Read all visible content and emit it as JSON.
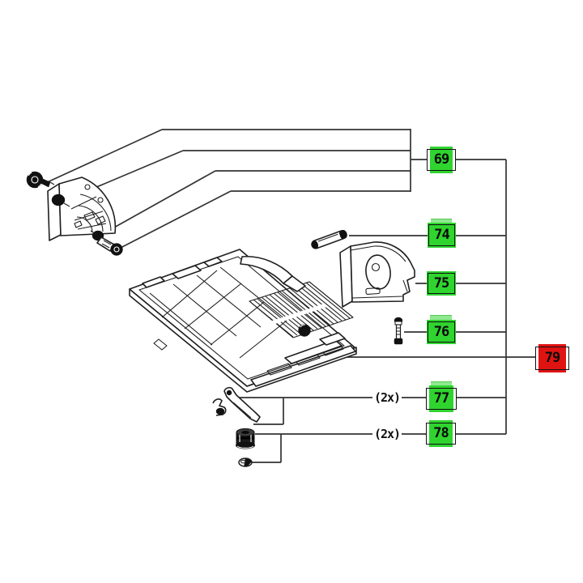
{
  "diagram": {
    "background": "#ffffff",
    "line_color": "#222222",
    "colors": {
      "callout_green": "#2fd42f",
      "callout_green_light": "#8fe98f",
      "callout_red": "#e01313",
      "callout_border": "#101010"
    },
    "callouts": [
      {
        "id": "69",
        "number": "69",
        "color": "green",
        "style": "framed"
      },
      {
        "id": "74",
        "number": "74",
        "color": "green",
        "style": "solid"
      },
      {
        "id": "75",
        "number": "75",
        "color": "green",
        "style": "solid"
      },
      {
        "id": "76",
        "number": "76",
        "color": "green",
        "style": "solid"
      },
      {
        "id": "77",
        "number": "77",
        "color": "green",
        "style": "framed",
        "quantity": "(2x)"
      },
      {
        "id": "78",
        "number": "78",
        "color": "green",
        "style": "framed",
        "quantity": "(2x)"
      },
      {
        "id": "79",
        "number": "79",
        "color": "red",
        "style": "framed"
      }
    ],
    "parts": [
      {
        "icon": "knob-screw-part",
        "callout": "69"
      },
      {
        "icon": "pivot-guard-part",
        "callout": "69"
      },
      {
        "icon": "socket-bolt-part",
        "callout": "69"
      },
      {
        "icon": "roll-pin-part",
        "callout": "74"
      },
      {
        "icon": "deflector-housing-part",
        "callout": "75"
      },
      {
        "icon": "screw-part",
        "callout": "76"
      },
      {
        "icon": "leaf-spring-part",
        "callout": "77"
      },
      {
        "icon": "buffer-knob-part",
        "callout": "78"
      },
      {
        "icon": "washer-part",
        "callout": "78"
      },
      {
        "icon": "base-plate-part",
        "callout": "79"
      }
    ]
  }
}
